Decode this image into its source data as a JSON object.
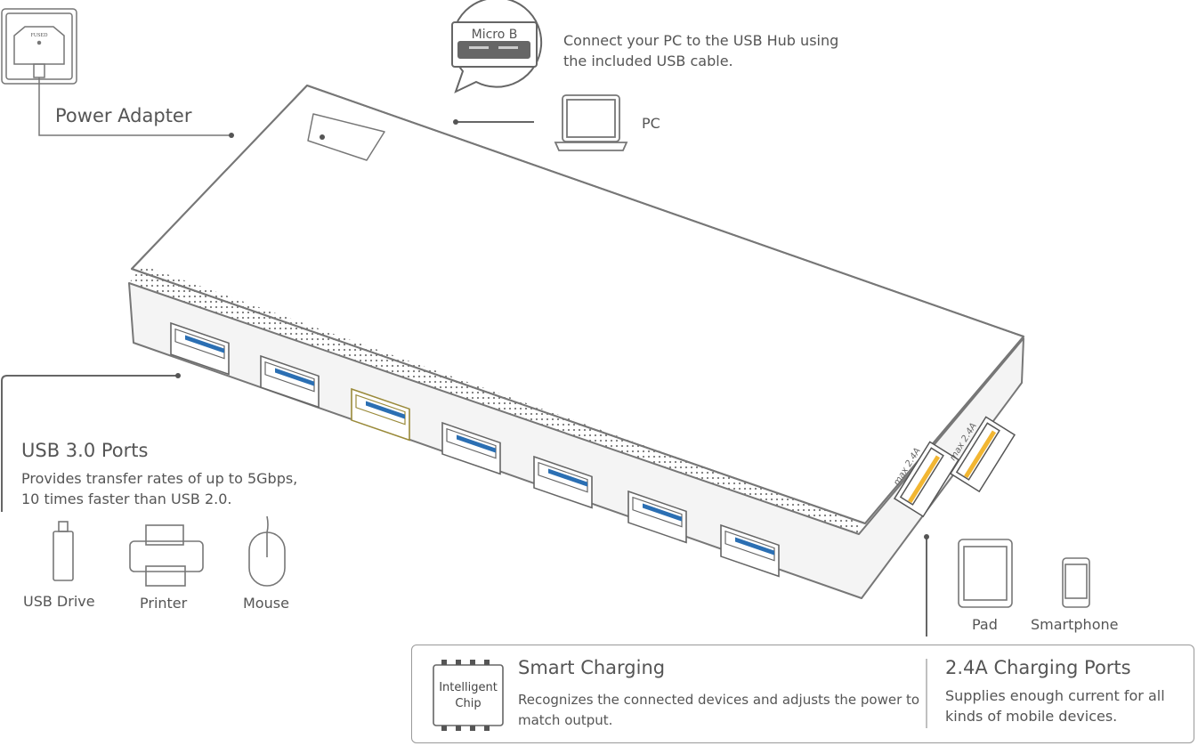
{
  "power": {
    "label": "Power Adapter",
    "plug_text": "FUSED"
  },
  "pc": {
    "connector": "Micro B",
    "description_line1": "Connect your PC to the USB Hub  using",
    "description_line2": "the included USB cable.",
    "label": "PC"
  },
  "usb3": {
    "title": "USB 3.0 Ports",
    "line1": "Provides transfer rates of up to 5Gbps,",
    "line2": "10 times faster than USB 2.0.",
    "devices": [
      "USB Drive",
      "Printer",
      "Mouse"
    ]
  },
  "charging_port_marking": "max 2.4A",
  "mobile_devices": [
    "Pad",
    "Smartphone"
  ],
  "smart_charging": {
    "chip_line1": "Intelligent",
    "chip_line2": "Chip",
    "title": "Smart Charging",
    "line1": "Recognizes the connected devices and adjusts the power to",
    "line2": "match output."
  },
  "charging_ports": {
    "title": "2.4A Charging Ports",
    "line1": "Supplies enough current for all",
    "line2": "kinds of mobile devices."
  },
  "colors": {
    "usb3_blue": "#2b6fb3",
    "charge_yellow": "#f2b632",
    "line": "#666666"
  }
}
